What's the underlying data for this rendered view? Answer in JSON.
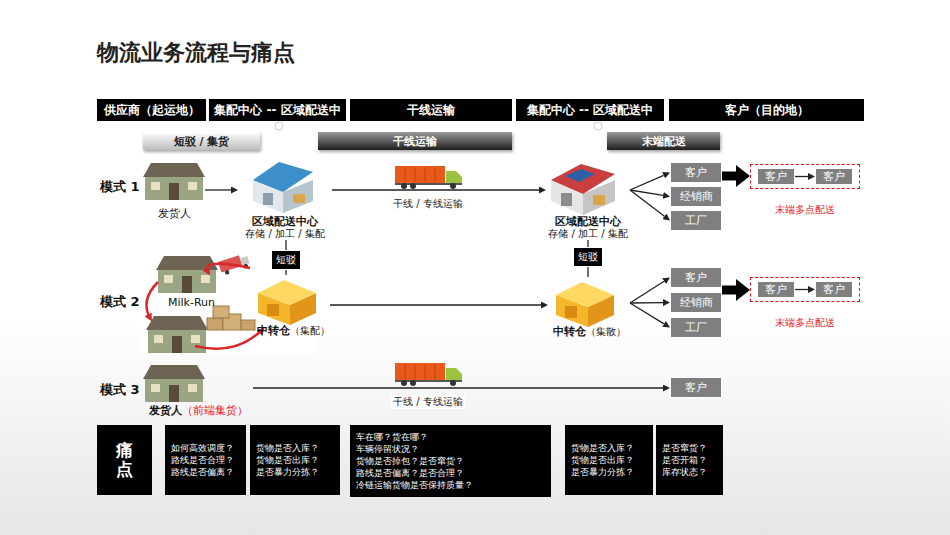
{
  "diagram": {
    "title": "物流业务流程与痛点",
    "nodes": [
      {
        "text": [
          "供应商（起运地）"
        ]
      },
      {
        "text": [
          "集配中心 -- 区域配送中"
        ]
      },
      {
        "text": [
          "干线运输"
        ]
      },
      {
        "text": [
          "集配中心 -- 区域配送中"
        ]
      },
      {
        "text": [
          "客户（目的地）"
        ]
      },
      {
        "text": [
          "短驳 / 集货"
        ]
      },
      {
        "text": [
          "干线运输"
        ]
      },
      {
        "text": [
          "末端配送"
        ]
      },
      {
        "text": [
          "发货人"
        ]
      },
      {
        "text": [
          "区域配送中心",
          "存储 / 加工 / 集配"
        ]
      },
      {
        "text": [
          "区域配送中心",
          "存储 / 加工 / 集配"
        ]
      },
      {
        "text": [
          "客户"
        ]
      },
      {
        "text": [
          "经销商"
        ]
      },
      {
        "text": [
          "工厂"
        ]
      },
      {
        "text": [
          "末端多点配送"
        ]
      },
      {
        "text": [
          "客户"
        ],
        "in": 14
      },
      {
        "text": [
          "客户"
        ],
        "in": 14
      },
      {
        "text": [
          "中转仓",
          "（集配）"
        ]
      },
      {
        "text": [
          "中转仓",
          "（集散）"
        ]
      },
      {
        "text": [
          "客户"
        ]
      },
      {
        "text": [
          "经销商"
        ]
      },
      {
        "text": [
          "工厂"
        ]
      },
      {
        "text": [
          "末端多点配送"
        ]
      },
      {
        "text": [
          "客户"
        ],
        "in": 22
      },
      {
        "text": [
          "客户"
        ],
        "in": 22
      },
      {
        "text": [
          "发货人",
          "（前端集货）"
        ]
      },
      {
        "text": [
          "客户"
        ]
      },
      {
        "text": [
          "痛点"
        ]
      },
      {
        "text": [
          "如何高效调度？",
          "路线是否合理？",
          "路线是否偏离？"
        ]
      },
      {
        "text": [
          "货物是否入库？",
          "货物是否出库？",
          "是否暴力分拣？"
        ]
      },
      {
        "text": [
          "车在哪？货在哪？",
          "车辆停留状况？",
          "货物是否掉包？是否窜货？",
          "路线是否偏离？是否合理？",
          "冷链运输货物是否保持质量？"
        ]
      },
      {
        "text": [
          "货物是否入库？",
          "货物是否出库？",
          "是否暴力分拣？"
        ]
      },
      {
        "text": [
          "是否窜货？",
          "是否开箱？",
          "库存状态？"
        ]
      }
    ],
    "edges": [
      {
        "from": 8,
        "to": 9,
        "arrow": "to"
      },
      {
        "from": 9,
        "to": 10,
        "label": "干线 / 专线运输",
        "arrow": "to"
      },
      {
        "from": 10,
        "to": 11,
        "arrow": "to"
      },
      {
        "from": 10,
        "to": 12,
        "arrow": "to"
      },
      {
        "from": 10,
        "to": 13,
        "arrow": "to"
      },
      {
        "from": 11,
        "to": 14,
        "arrow": "to"
      },
      {
        "from": 15,
        "to": 16,
        "arrow": "to"
      },
      {
        "from": 17,
        "to": 9,
        "label": "短驳",
        "arrow": "none"
      },
      {
        "from": 17,
        "to": 18,
        "arrow": "to"
      },
      {
        "from": 10,
        "to": 18,
        "label": "短驳",
        "arrow": "none"
      },
      {
        "from": 18,
        "to": 19,
        "arrow": "to"
      },
      {
        "from": 18,
        "to": 20,
        "arrow": "to"
      },
      {
        "from": 18,
        "to": 21,
        "arrow": "to"
      },
      {
        "from": 19,
        "to": 22,
        "arrow": "to"
      },
      {
        "from": 23,
        "to": 24,
        "arrow": "to"
      },
      {
        "from": 25,
        "to": 26,
        "label": "干线 / 专线运输",
        "arrow": "to"
      }
    ],
    "labels": [
      "模式 1",
      "模式 2",
      "模式 3",
      "Milk-Run"
    ]
  }
}
